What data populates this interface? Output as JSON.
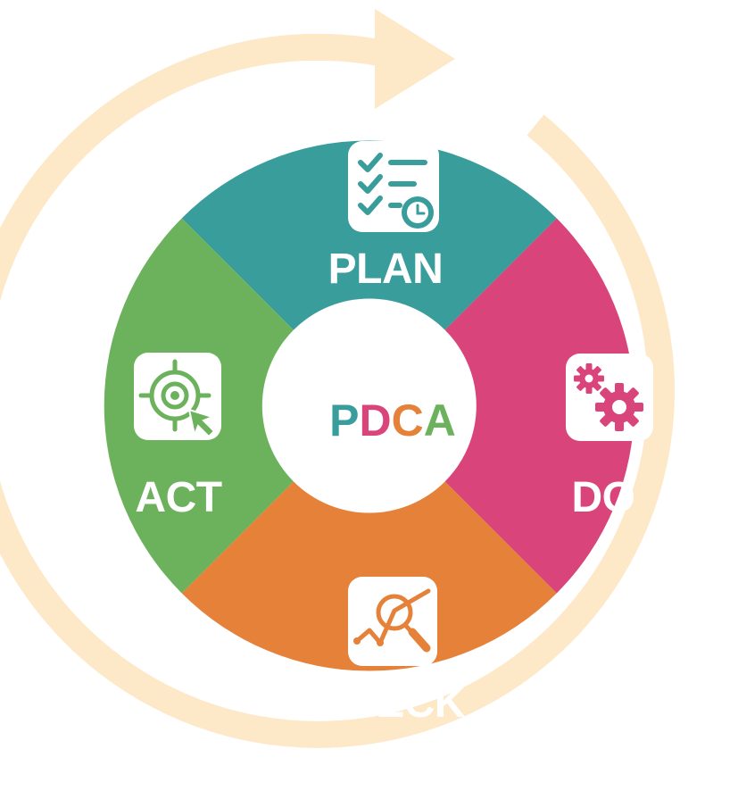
{
  "diagram": {
    "center": {
      "letters": [
        {
          "char": "P",
          "color": "#389d9b"
        },
        {
          "char": "D",
          "color": "#d9447a"
        },
        {
          "char": "C",
          "color": "#e58139"
        },
        {
          "char": "A",
          "color": "#6cb25c"
        }
      ]
    },
    "segments": [
      {
        "label": "PLAN",
        "color": "#389d9b",
        "icon": "checklist-clock-icon"
      },
      {
        "label": "DO",
        "color": "#d9447a",
        "icon": "gears-icon"
      },
      {
        "label": "CHECK",
        "color": "#e58139",
        "icon": "chart-magnifier-icon"
      },
      {
        "label": "ACT",
        "color": "#6cb25c",
        "icon": "target-cursor-icon"
      }
    ],
    "cycle_arrow_color": "#fde8c7"
  }
}
